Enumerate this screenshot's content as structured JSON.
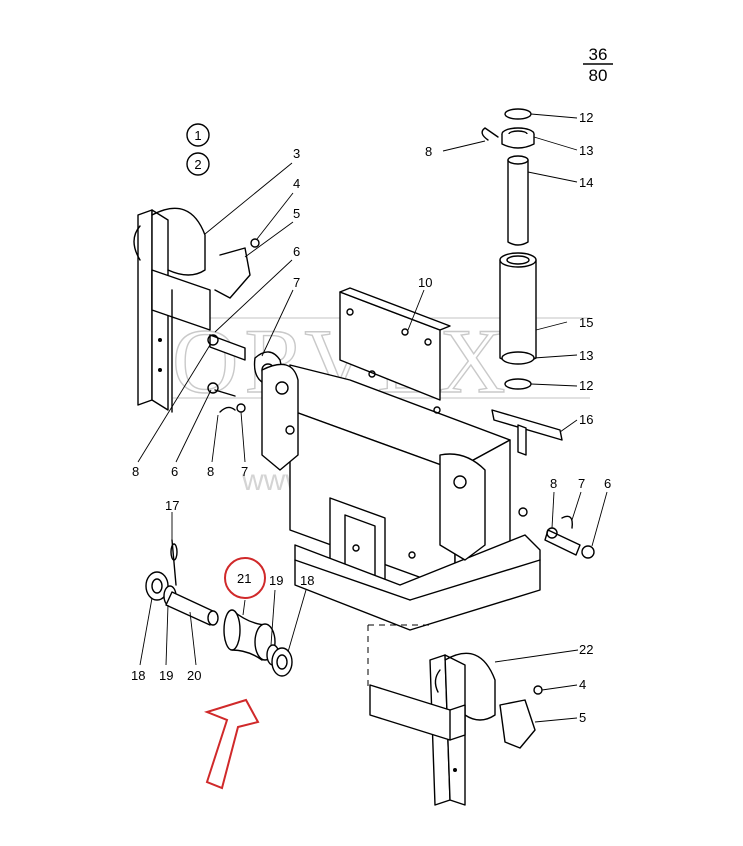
{
  "sheet": {
    "numerator": "36",
    "denominator": "80"
  },
  "variants": [
    "1",
    "2"
  ],
  "watermark": {
    "logo": "ORVEX",
    "url": "www.orvex.com"
  },
  "highlight": {
    "part": "21",
    "circle_color": "#d0292a",
    "arrow_color": "#d0292a"
  },
  "callouts": [
    "3",
    "4",
    "5",
    "6",
    "7",
    "8",
    "6",
    "8",
    "7",
    "10",
    "8",
    "12",
    "13",
    "14",
    "15",
    "13",
    "12",
    "16",
    "8",
    "7",
    "6",
    "17",
    "21",
    "19",
    "18",
    "18",
    "19",
    "20",
    "22",
    "4",
    "5"
  ]
}
